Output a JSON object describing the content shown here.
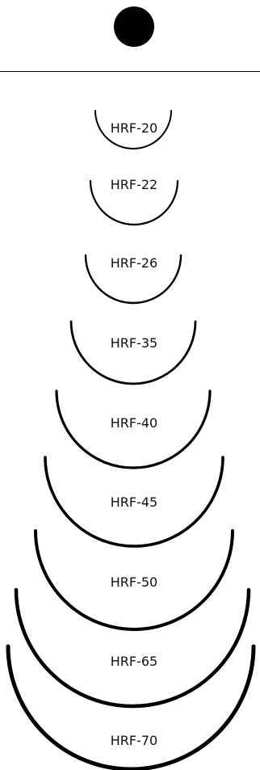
{
  "header": {
    "indicator_icon": "filled-circle-icon",
    "color": "#000000"
  },
  "needles": [
    {
      "label": "HRF-20",
      "icon": "half-circle-needle-icon"
    },
    {
      "label": "HRF-22",
      "icon": "half-circle-needle-icon"
    },
    {
      "label": "HRF-26",
      "icon": "half-circle-needle-icon"
    },
    {
      "label": "HRF-35",
      "icon": "half-circle-needle-icon"
    },
    {
      "label": "HRF-40",
      "icon": "half-circle-needle-icon"
    },
    {
      "label": "HRF-45",
      "icon": "half-circle-needle-icon"
    },
    {
      "label": "HRF-50",
      "icon": "half-circle-needle-icon"
    },
    {
      "label": "HRF-65",
      "icon": "half-circle-needle-icon"
    },
    {
      "label": "HRF-70",
      "icon": "half-circle-needle-icon"
    }
  ]
}
